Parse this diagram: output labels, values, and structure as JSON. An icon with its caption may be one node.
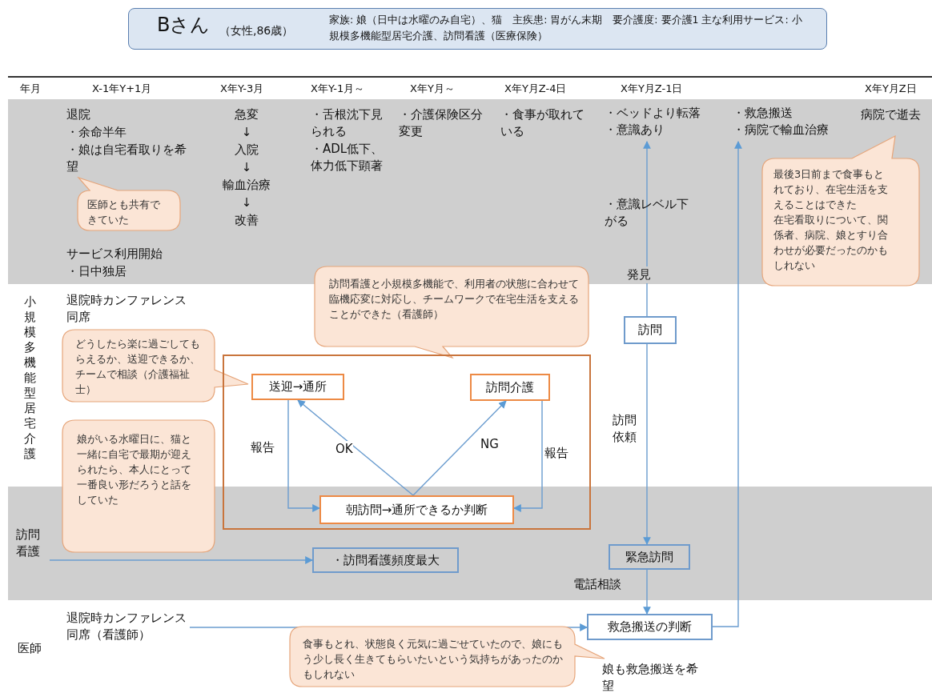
{
  "diagram": {
    "nodes": [
      {
        "text": [
          "Bさん",
          "（女性,86歳）",
          "家族: 娘（日中は水曜のみ自宅）、猫　主疾患: 胃がん末期　要介護度: 要介護1 主な利用サービス: 小規模多機能型居宅介護、訪問看護（医療保険）"
        ]
      },
      {
        "text": [
          "・ベッドより転落",
          "・意識あり"
        ]
      },
      {
        "text": [
          "・救急搬送",
          "・病院で輸血治療"
        ]
      },
      {
        "text": [
          "医師とも共有できていた"
        ]
      },
      {
        "text": [
          "最後3日前まで食事もとれており、在宅生活を支えることはできた",
          "在宅看取りについて、関係者、病院、娘とすり合わせが必要だったのかもしれない"
        ]
      },
      {
        "text": [
          "訪問看護と小規模多機能で、利用者の状態に合わせて臨機応変に対応し、チームワークで在宅生活を支えることができた（看護師）"
        ]
      },
      {
        "text": [
          "訪問"
        ]
      },
      {
        "text": [
          "どうしたら楽に過ごしてもらえるか、送迎できるか、チームで相談（介護福祉士）"
        ]
      },
      {
        "text": [],
        "shape": "box"
      },
      {
        "text": [
          "送迎→通所"
        ],
        "in": 8
      },
      {
        "text": [
          "訪問介護"
        ],
        "in": 8
      },
      {
        "text": [
          "娘がいる水曜日に、猫と一緒に自宅で最期が迎えられたら、本人にとって一番良い形だろうと話をしていた"
        ]
      },
      {
        "text": [
          "朝訪問→通所できるか判断"
        ],
        "in": 8
      },
      {
        "text": [
          "訪問看護"
        ]
      },
      {
        "text": [
          "・訪問看護頻度最大"
        ]
      },
      {
        "text": [
          "緊急訪問"
        ]
      },
      {
        "text": [
          "退院時カンファレンス同席（看護師）"
        ]
      },
      {
        "text": [
          "救急搬送の判断"
        ]
      },
      {
        "text": [
          "食事もとれ、状態良く元気に過ごせていたので、娘にもう少し長く生きてもらいたいという気持ちがあったのかもしれない"
        ]
      }
    ],
    "edges": [
      {
        "from": 6,
        "to": 1,
        "arrow": "to",
        "label": "発見"
      },
      {
        "from": 6,
        "to": 15,
        "arrow": "to",
        "label": "訪問依頼"
      },
      {
        "from": 12,
        "to": 9,
        "arrow": "to",
        "label": "OK"
      },
      {
        "from": 12,
        "to": 10,
        "arrow": "to",
        "label": "NG"
      },
      {
        "from": 9,
        "to": 12,
        "arrow": "to",
        "label": "報告"
      },
      {
        "from": 10,
        "to": 12,
        "arrow": "to",
        "label": "報告"
      },
      {
        "from": 13,
        "to": 14,
        "arrow": "to"
      },
      {
        "from": 15,
        "to": 17,
        "arrow": "to",
        "label": "電話相談"
      },
      {
        "from": 16,
        "to": 17,
        "arrow": "to"
      },
      {
        "from": 17,
        "to": 2,
        "arrow": "to"
      }
    ],
    "labels": [
      "年月",
      "X-1年Y+1月",
      "X年Y-3月",
      "X年Y-1月～",
      "X年Y月～",
      "X年Y月Z-4日",
      "X年Y月Z-1日",
      "X年Y月Z日",
      "退院",
      "・余命半年",
      "・娘は自宅看取りを希望",
      "急変",
      "↓",
      "入院",
      "↓",
      "輸血治療",
      "↓",
      "改善",
      "・舌根沈下見られる",
      "・ADL低下、体力低下顕著",
      "・介護保険区分変更",
      "・食事が取れている",
      "病院で逝去",
      "・意識レベル下がる",
      "サービス利用開始",
      "・日中独居",
      "小規模多機能型居宅介護",
      "退院時カンファレンス同席",
      "医師",
      "娘も救急搬送を希望"
    ]
  }
}
